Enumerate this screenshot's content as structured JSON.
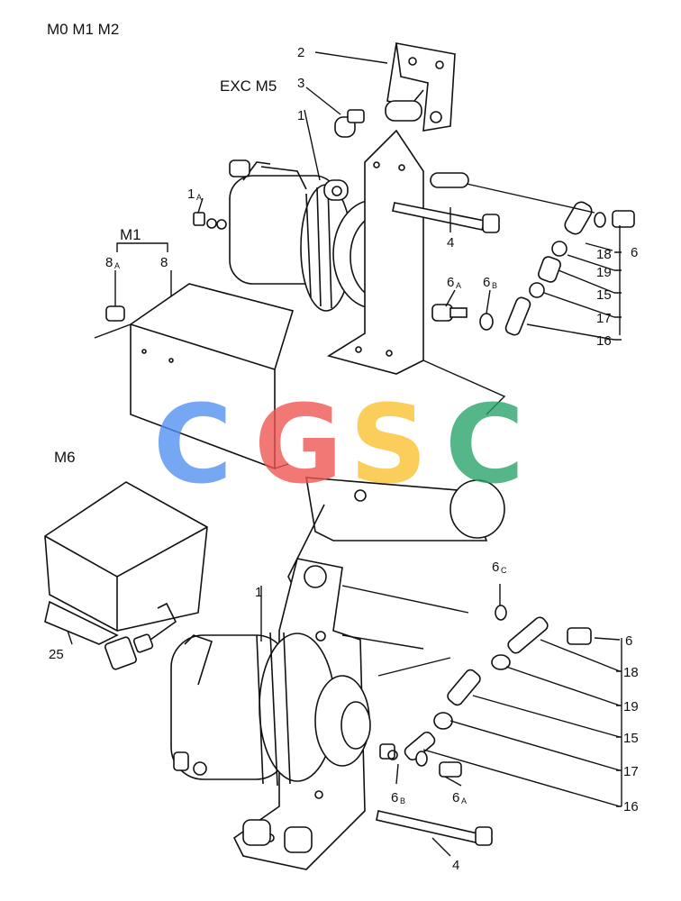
{
  "header": {
    "variants": "M0 M1 M2",
    "exc_note": "EXC M5"
  },
  "group_labels": {
    "m1": "M1",
    "m6": "M6"
  },
  "watermark": {
    "letters": [
      "C",
      "G",
      "S",
      "C"
    ],
    "colors": [
      "#4f8ff0",
      "#ef5350",
      "#fbc02d",
      "#26a269"
    ]
  },
  "callouts": {
    "top_2": "2",
    "top_3": "3",
    "top_1": "1",
    "top_1a": "1",
    "top_1a_sub": "A",
    "top_8a": "8",
    "top_8a_sub": "A",
    "top_8": "8",
    "top_4": "4",
    "top_6a": "6",
    "top_6a_sub": "A",
    "top_6b": "6",
    "top_6b_sub": "B",
    "top_18": "18",
    "top_6": "6",
    "top_19": "19",
    "top_15": "15",
    "top_17": "17",
    "top_16": "16",
    "bot_1": "1",
    "bot_6c": "6",
    "bot_6c_sub": "C",
    "bot_6": "6",
    "bot_18": "18",
    "bot_19": "19",
    "bot_15": "15",
    "bot_17": "17",
    "bot_16": "16",
    "bot_6b": "6",
    "bot_6b_sub": "B",
    "bot_6a": "6",
    "bot_6a_sub": "A",
    "bot_4": "4",
    "bot_25": "25"
  }
}
